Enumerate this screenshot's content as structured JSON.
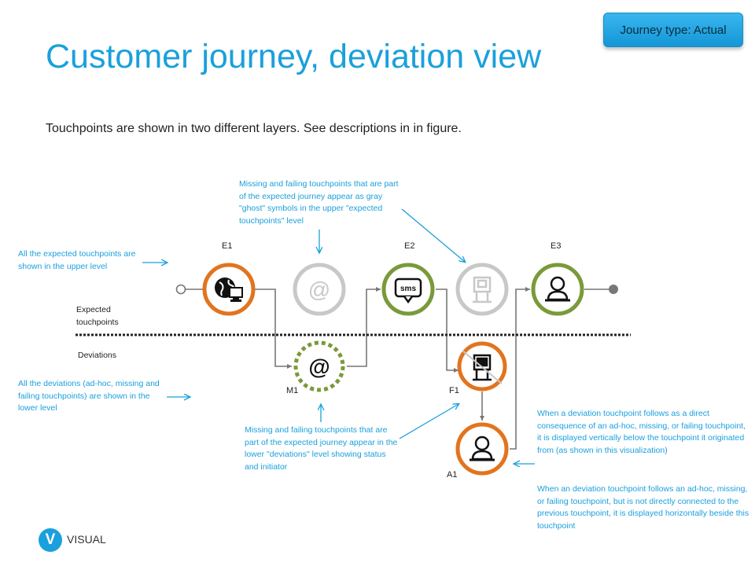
{
  "header": {
    "title": "Customer journey, deviation view",
    "subtitle": "Touchpoints are shown in two different layers. See descriptions in in figure.",
    "journey_badge": "Journey type: Actual"
  },
  "layers": {
    "expected_line1": "Expected",
    "expected_line2": "touchpoints",
    "deviations": "Deviations"
  },
  "nodes": {
    "e1": "E1",
    "e2": "E2",
    "e3": "E3",
    "m1": "M1",
    "f1": "F1",
    "a1": "A1"
  },
  "icon_glyphs": {
    "email": "@",
    "sms": "sms"
  },
  "colors": {
    "accent_blue": "#1aa0dc",
    "orange": "#e2741e",
    "green": "#7a9a3a",
    "ghost_gray": "#c8c8c8"
  },
  "annotations": {
    "upper_level": "All the expected touchpoints are shown in the upper level",
    "lower_level": "All the deviations (ad-hoc, missing and failing touchpoints) are shown in the lower level",
    "ghost_symbols": "Missing and failing touchpoints that are part of the expected journey appear as gray \"ghost\" symbols in the upper \"expected touchpoints\" level",
    "deviation_status": "Missing and failing touchpoints that are part of the expected journey appear in the lower \"deviations\" level showing status and initiator",
    "vertical_rule": "When a deviation touchpoint follows as a direct consequence of an ad-hoc, missing, or failing touchpoint, it is displayed vertically below the touchpoint it originated from (as shown in this visualization)",
    "horizontal_rule": "When an deviation touchpoint follows an ad-hoc, missing, or failing touchpoint, but is not directly connected to the previous touchpoint, it is displayed horizontally beside this touchpoint"
  },
  "footer": {
    "logo_letter": "V",
    "logo_text": "VISUAL"
  }
}
